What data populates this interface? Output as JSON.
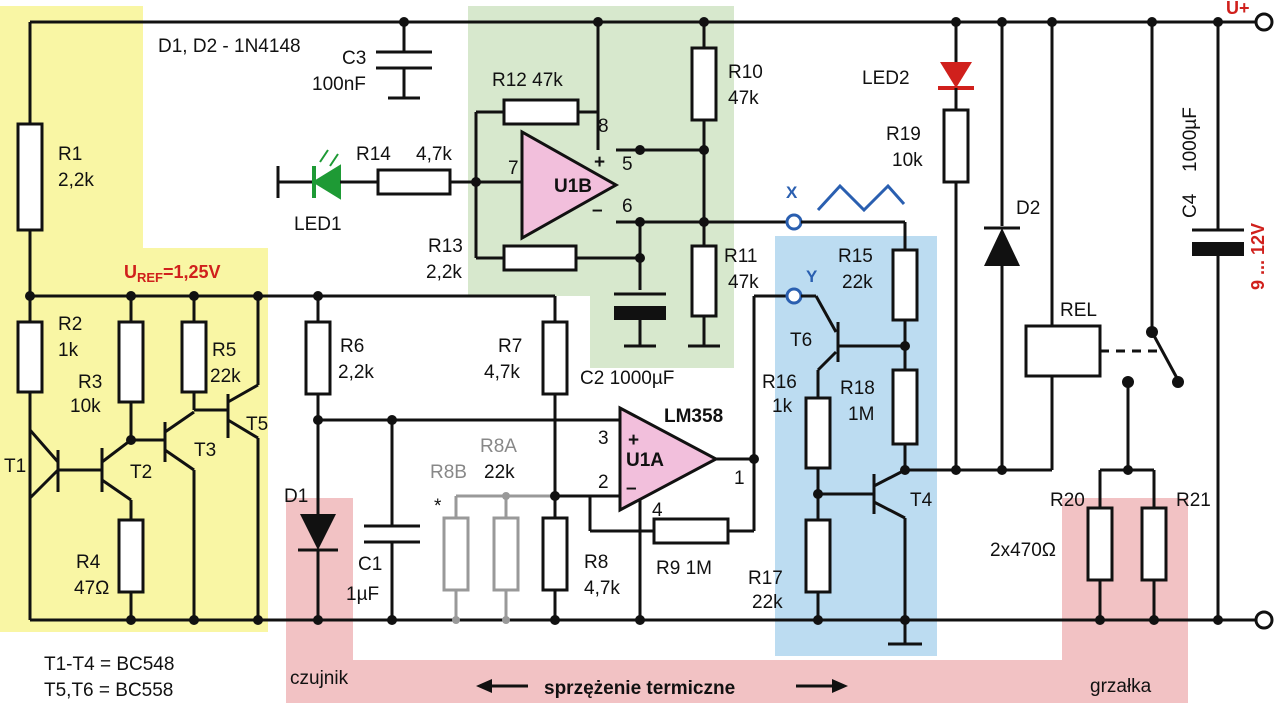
{
  "notes": {
    "diodes": "D1, D2 - 1N4148",
    "transistors_a": "T1-T4 = BC548",
    "transistors_b": "T5,T6 = BC558"
  },
  "supply": {
    "plus": "U+",
    "range": "9 ... 12V"
  },
  "uref": {
    "label": "U",
    "sub": "REF",
    "value": "=1,25V"
  },
  "components": {
    "R1": {
      "name": "R1",
      "value": "2,2k"
    },
    "R2": {
      "name": "R2",
      "value": "1k"
    },
    "R3": {
      "name": "R3",
      "value": "10k"
    },
    "R4": {
      "name": "R4",
      "value": "47Ω"
    },
    "R5": {
      "name": "R5",
      "value": "22k"
    },
    "R6": {
      "name": "R6",
      "value": "2,2k"
    },
    "R7": {
      "name": "R7",
      "value": "4,7k"
    },
    "R8": {
      "name": "R8",
      "value": "4,7k"
    },
    "R8A": {
      "name": "R8A",
      "value": "22k"
    },
    "R8B": {
      "name": "R8B"
    },
    "R9": {
      "name": "R9 1M"
    },
    "R10": {
      "name": "R10",
      "value": "47k"
    },
    "R11": {
      "name": "R11",
      "value": "47k"
    },
    "R12": {
      "name": "R12 47k"
    },
    "R13": {
      "name": "R13",
      "value": "2,2k"
    },
    "R14": {
      "name": "R14",
      "value": "4,7k"
    },
    "R15": {
      "name": "R15",
      "value": "22k"
    },
    "R16": {
      "name": "R16",
      "value": "1k"
    },
    "R17": {
      "name": "R17",
      "value": "22k"
    },
    "R18": {
      "name": "R18",
      "value": "1M"
    },
    "R19": {
      "name": "R19",
      "value": "10k"
    },
    "R20": {
      "name": "R20"
    },
    "R21": {
      "name": "R21"
    },
    "R20R21": {
      "value": "2x470Ω"
    },
    "C1": {
      "name": "C1",
      "value": "1µF"
    },
    "C2": {
      "name": "C2 1000µF"
    },
    "C3": {
      "name": "C3",
      "value": "100nF"
    },
    "C4": {
      "name": "C4",
      "value": "1000µF"
    },
    "D1": {
      "name": "D1"
    },
    "D2": {
      "name": "D2"
    },
    "LED1": {
      "name": "LED1"
    },
    "LED2": {
      "name": "LED2"
    },
    "REL": {
      "name": "REL"
    },
    "T1": {
      "name": "T1"
    },
    "T2": {
      "name": "T2"
    },
    "T3": {
      "name": "T3"
    },
    "T4": {
      "name": "T4"
    },
    "T5": {
      "name": "T5"
    },
    "T6": {
      "name": "T6"
    },
    "U1A": {
      "name": "U1A",
      "chip": "LM358"
    },
    "U1B": {
      "name": "U1B"
    }
  },
  "pins": {
    "p1": "1",
    "p2": "2",
    "p3": "3",
    "p4": "4",
    "p5": "5",
    "p6": "6",
    "p7": "7",
    "p8": "8",
    "plus": "+",
    "minus": "–"
  },
  "probe": {
    "x": "X",
    "y": "Y",
    "star": "*"
  },
  "labels": {
    "sensor": "czujnik",
    "heater": "grzałka",
    "feedback": "sprzężenie termiczne"
  },
  "colors": {
    "yellow_zone": "#f9f6a4",
    "green_zone": "#d7e8cd",
    "blue_zone": "#bcdcf1",
    "pink_zone": "#f2c2c4",
    "opamp_fill": "#f2bfdc",
    "led1": "#1e9a35",
    "led2": "#d0201c",
    "probe": "#2a5fb0",
    "grey_parts": "#999999",
    "wire": "#111111"
  }
}
